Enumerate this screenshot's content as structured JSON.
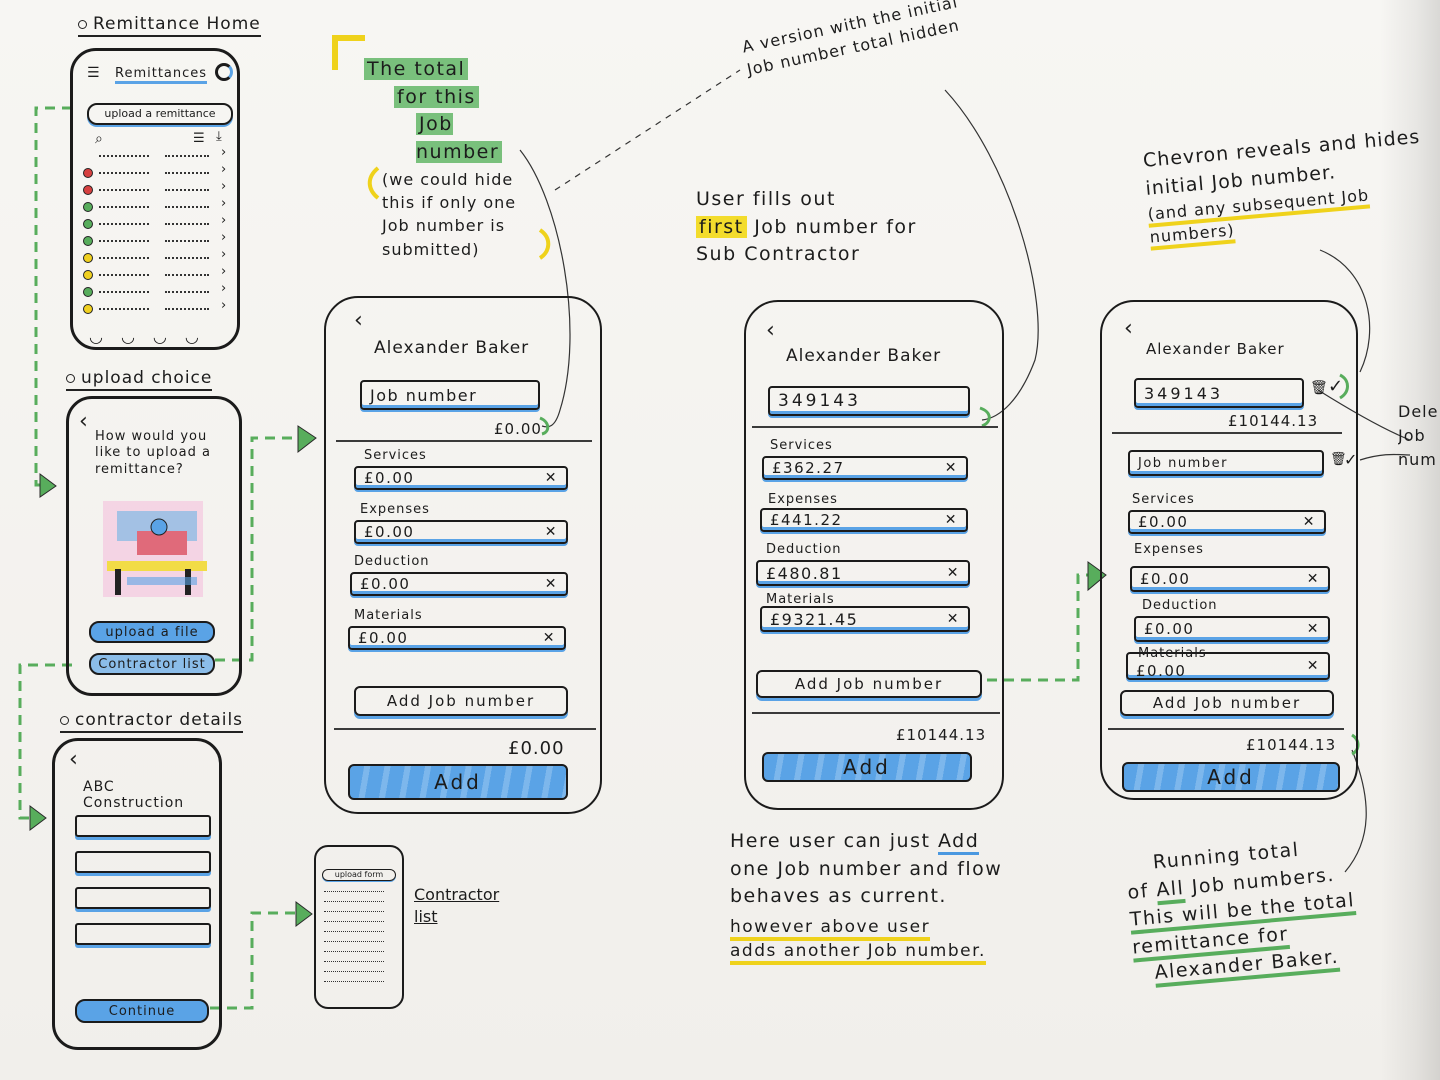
{
  "sketch_labels": {
    "remittance_home": "Remittance Home",
    "upload_choice": "upload choice",
    "contractor_details": "contractor details",
    "contractor_list": "Contractor list"
  },
  "home_screen": {
    "title": "Remittances",
    "upload_button": "upload a remittance",
    "status_colors": [
      "#d64040",
      "#d64040",
      "#58ad5c",
      "#58ad5c",
      "#58ad5c",
      "#f0d020",
      "#f0d020",
      "#58ad5c",
      "#f0d020"
    ]
  },
  "upload_screen": {
    "question": "How would you like to upload a remittance?",
    "upload_file_button": "upload a file",
    "contractor_list_button": "Contractor list"
  },
  "details_screen": {
    "company": "ABC Construction",
    "continue_button": "Continue"
  },
  "mini_list_screen": {
    "upload_button": "upload form"
  },
  "notes": {
    "total_line1": "The total",
    "total_line2": "for this",
    "total_line3": "Job number",
    "hide_note": "(we could hide this if only one Job number is submitted)",
    "hidden_version": "A version with the initial Job number total hidden",
    "user_fills_line1": "User fills out",
    "user_fills_first": "first",
    "user_fills_rest": "Job number for Sub Contractor",
    "chevron_line1": "Chevron reveals and hides",
    "chevron_line2": "initial Job number.",
    "chevron_line3": "(and any subsequent Job numbers)",
    "delete_note": "Delete Job number",
    "add_note_1": "Here user can just",
    "add_note_add": "Add",
    "add_note_2": "one Job number and flow behaves as current.",
    "add_note_3": "however above user",
    "add_note_4": "adds another Job number.",
    "running_1": "Running total",
    "running_2": "of",
    "running_all": "All",
    "running_3": "Job numbers.",
    "running_4": "This will be the total",
    "running_5": "remittance for",
    "running_6": "Alexander Baker."
  },
  "screen_a": {
    "name": "Alexander Baker",
    "job_placeholder": "Job number",
    "job_total": "£0.00",
    "services_label": "Services",
    "services_value": "£0.00",
    "expenses_label": "Expenses",
    "expenses_value": "£0.00",
    "deduction_label": "Deduction",
    "deduction_value": "£0.00",
    "materials_label": "Materials",
    "materials_value": "£0.00",
    "add_job_button": "Add Job number",
    "grand_total": "£0.00",
    "add_button": "Add"
  },
  "screen_b": {
    "name": "Alexander Baker",
    "job_value": "349143",
    "services_label": "Services",
    "services_value": "£362.27",
    "expenses_label": "Expenses",
    "expenses_value": "£441.22",
    "deduction_label": "Deduction",
    "deduction_value": "£480.81",
    "materials_label": "Materials",
    "materials_value": "£9321.45",
    "add_job_button": "Add Job number",
    "grand_total": "£10144.13",
    "add_button": "Add"
  },
  "screen_c": {
    "name": "Alexander Baker",
    "job_value": "349143",
    "job_total": "£10144.13",
    "job2_placeholder": "Job number",
    "services_label": "Services",
    "services_value": "£0.00",
    "expenses_label": "Expenses",
    "expenses_value": "£0.00",
    "deduction_label": "Deduction",
    "deduction_value": "£0.00",
    "materials_label": "Materials",
    "materials_value": "£0.00",
    "add_job_button": "Add Job number",
    "grand_total": "£10144.13",
    "add_button": "Add"
  },
  "colors": {
    "marker_blue": "#5aa3e6",
    "marker_green": "#58ad5c",
    "marker_yellow": "#efd21b",
    "ink": "#1b1b1b"
  }
}
